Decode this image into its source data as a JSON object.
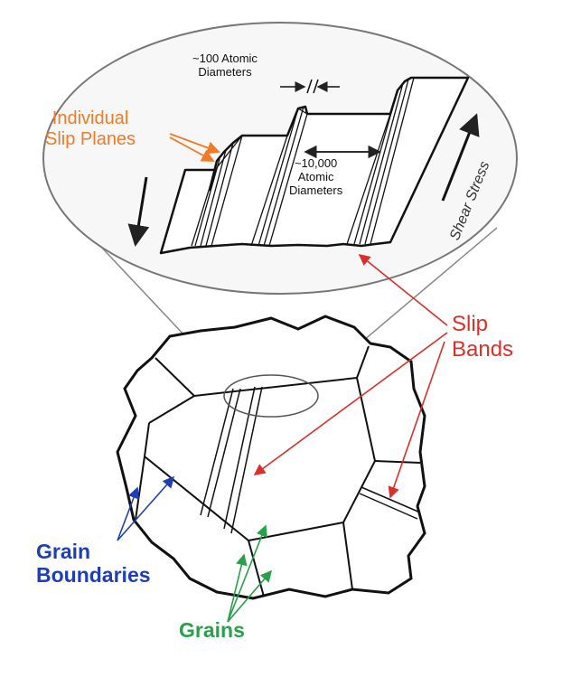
{
  "labels": {
    "spacing_small": "~100 Atomic\nDiameters",
    "spacing_large": "~10,000\nAtomic\nDiameters",
    "individual_slip_planes": "Individual\nSlip Planes",
    "shear_stress": "Shear Stress",
    "slip_bands": "Slip\nBands",
    "grain_boundaries": "Grain\nBoundaries",
    "grains": "Grains"
  },
  "colors": {
    "individual_slip_planes": "#F07A28",
    "slip_bands": "#D9302A",
    "grain_boundaries": "#1E3FB4",
    "grains": "#29A049",
    "lines": "#222222",
    "magnifier": "#888888"
  }
}
